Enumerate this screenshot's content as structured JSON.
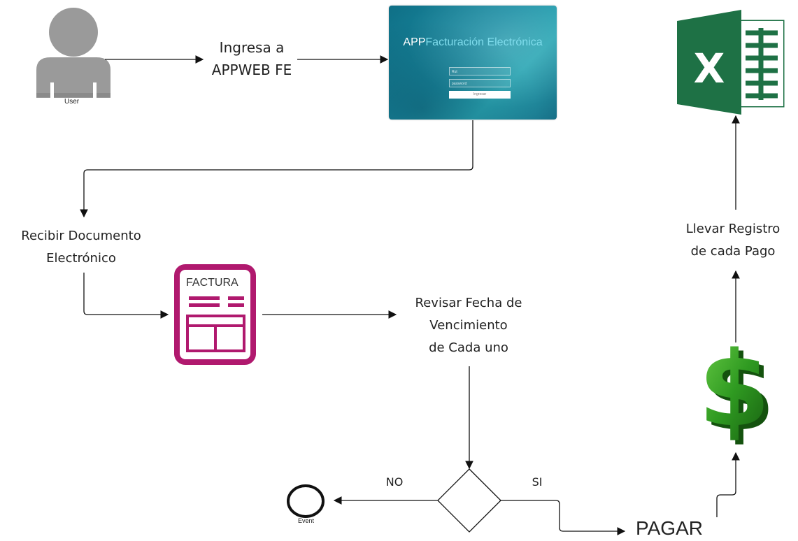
{
  "nodes": {
    "user_label": "User",
    "step_ingresa": [
      "Ingresa a",
      "APPWEB FE"
    ],
    "login_screen": {
      "title_part1": "APP",
      "title_part2": "Facturación Electrónica",
      "field1_placeholder": "Rut",
      "field2_placeholder": "password",
      "button_label": "Ingresar"
    },
    "step_recibir": [
      "Recibir Documento",
      "Electrónico"
    ],
    "factura_label": "FACTURA",
    "step_revisar": [
      "Revisar Fecha de",
      "Vencimiento",
      "de Cada uno"
    ],
    "decision_no": "NO",
    "decision_si": "SI",
    "end_event_label": "Event",
    "step_pagar": "PAGAR",
    "step_llevar": [
      "Llevar Registro",
      "de cada Pago"
    ]
  },
  "icons": {
    "user": "user-icon",
    "invoice": "invoice-icon",
    "dollar": "dollar-icon",
    "excel": "excel-icon",
    "end_event": "end-event-circle",
    "decision": "decision-diamond"
  },
  "colors": {
    "invoice": "#b0196e",
    "excel": "#1e7145",
    "dollar": "#2f9a21",
    "user": "#9a9a9a",
    "login_bg": "#1a8ea4",
    "arrow": "#111111"
  }
}
